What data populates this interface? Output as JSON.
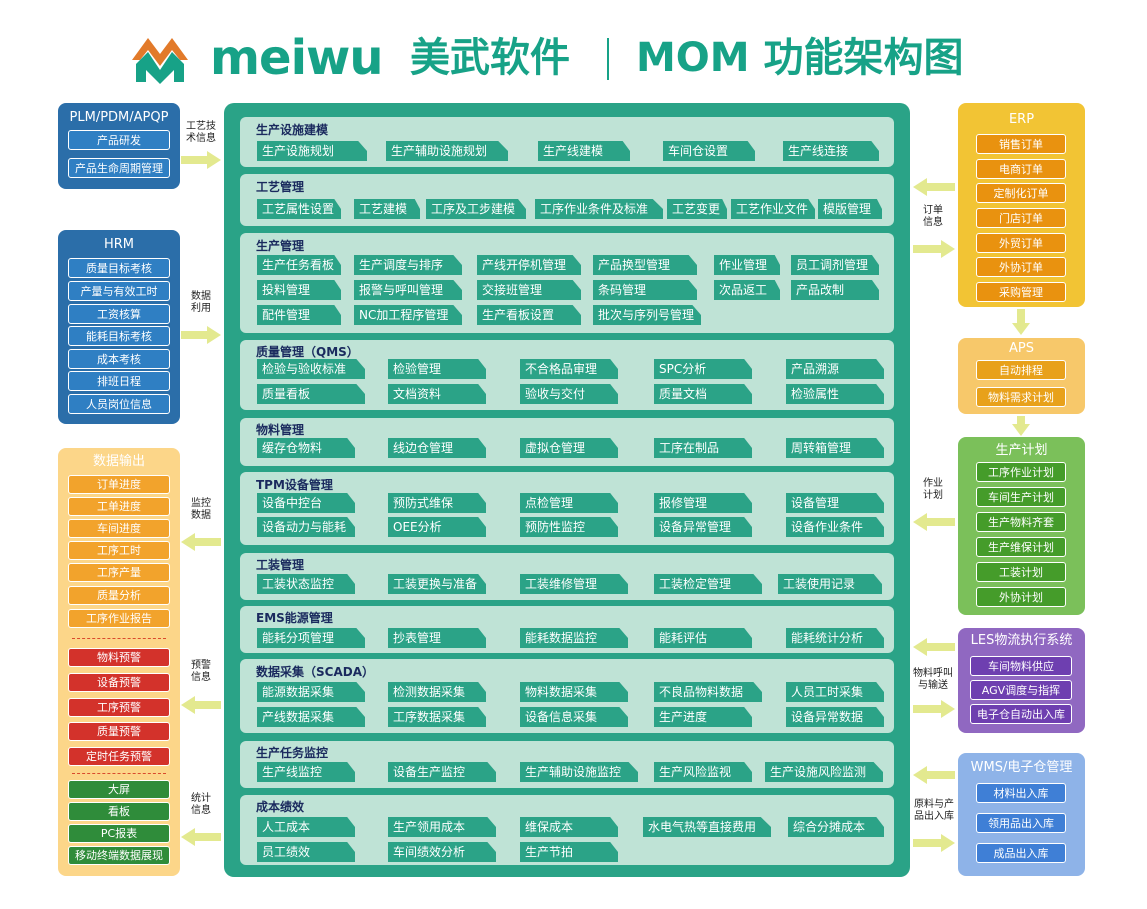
{
  "header": {
    "brand": "meiwu",
    "brand_cn": "美武软件",
    "title": "MOM 功能架构图"
  },
  "left": {
    "plm": {
      "title": "PLM/PDM/APQP",
      "items": [
        "产品研发",
        "产品生命周期管理"
      ]
    },
    "hrm": {
      "title": "HRM",
      "items": [
        "质量目标考核",
        "产量与有效工时",
        "工资核算",
        "能耗目标考核",
        "成本考核",
        "排班日程",
        "人员岗位信息"
      ]
    },
    "data_output": {
      "title": "数据输出",
      "progress_items": [
        "订单进度",
        "工单进度",
        "车间进度",
        "工序工时",
        "工序产量",
        "质量分析",
        "工序作业报告"
      ],
      "warning_items": [
        "物料预警",
        "设备预警",
        "工序预警",
        "质量预警",
        "定时任务预警"
      ],
      "display_items": [
        "大屏",
        "看板",
        "PC报表",
        "移动终端数据展现"
      ]
    }
  },
  "left_arrows": {
    "plm": "工艺技\n术信息",
    "hrm": "数据\n利用",
    "monitor": "监控\n数据",
    "warning": "预警\n信息",
    "stats": "统计\n信息"
  },
  "right": {
    "erp": {
      "title": "ERP",
      "items": [
        "销售订单",
        "电商订单",
        "定制化订单",
        "门店订单",
        "外贸订单",
        "外协订单",
        "采购管理"
      ]
    },
    "aps": {
      "title": "APS",
      "items": [
        "自动排程",
        "物料需求计划"
      ]
    },
    "plan": {
      "title": "生产计划",
      "items": [
        "工序作业计划",
        "车间生产计划",
        "生产物料齐套",
        "生产维保计划",
        "工装计划",
        "外协计划"
      ]
    },
    "les": {
      "title": "LES物流执行系统",
      "items": [
        "车间物料供应",
        "AGV调度与指挥",
        "电子仓自动出入库"
      ]
    },
    "wms": {
      "title": "WMS/电子仓管理",
      "items": [
        "材料出入库",
        "领用品出入库",
        "成品出入库"
      ]
    }
  },
  "right_arrows": {
    "order": "订单\n信息",
    "work": "作业\n计划",
    "material": "物料呼叫\n与输送",
    "stock": "原料与产\n品出入库"
  },
  "sections": [
    {
      "title": "生产设施建模",
      "rows": [
        [
          "生产设施规划",
          "生产辅助设施规划",
          "生产线建模",
          "车间仓设置",
          "生产线连接"
        ]
      ]
    },
    {
      "title": "工艺管理",
      "rows": [
        [
          "工艺属性设置",
          "工艺建模",
          "工序及工步建模",
          "工序作业条件及标准",
          "工艺变更",
          "工艺作业文件",
          "模版管理"
        ]
      ]
    },
    {
      "title": "生产管理",
      "rows": [
        [
          "生产任务看板",
          "生产调度与排序",
          "产线开停机管理",
          "产品换型管理",
          "作业管理",
          "员工调剂管理"
        ],
        [
          "投料管理",
          "报警与呼叫管理",
          "交接班管理",
          "条码管理",
          "次品返工",
          "产品改制"
        ],
        [
          "配件管理",
          "NC加工程序管理",
          "生产看板设置",
          "批次与序列号管理"
        ]
      ]
    },
    {
      "title": "质量管理（QMS）",
      "rows": [
        [
          "检验与验收标准",
          "检验管理",
          "不合格品审理",
          "SPC分析",
          "产品溯源"
        ],
        [
          "质量看板",
          "文档资料",
          "验收与交付",
          "质量文档",
          "检验属性"
        ]
      ]
    },
    {
      "title": "物料管理",
      "rows": [
        [
          "缓存仓物料",
          "线边仓管理",
          "虚拟仓管理",
          "工序在制品",
          "周转箱管理"
        ]
      ]
    },
    {
      "title": "TPM设备管理",
      "rows": [
        [
          "设备中控台",
          "预防式维保",
          "点检管理",
          "报修管理",
          "设备管理"
        ],
        [
          "设备动力与能耗",
          "OEE分析",
          "预防性监控",
          "设备异常管理",
          "设备作业条件"
        ]
      ]
    },
    {
      "title": "工装管理",
      "rows": [
        [
          "工装状态监控",
          "工装更换与准备",
          "工装维修管理",
          "工装检定管理",
          "工装使用记录"
        ]
      ]
    },
    {
      "title": "EMS能源管理",
      "rows": [
        [
          "能耗分项管理",
          "抄表管理",
          "能耗数据监控",
          "能耗评估",
          "能耗统计分析"
        ]
      ]
    },
    {
      "title": "数据采集（SCADA）",
      "rows": [
        [
          "能源数据采集",
          "检测数据采集",
          "物料数据采集",
          "不良品物料数据",
          "人员工时采集"
        ],
        [
          "产线数据采集",
          "工序数据采集",
          "设备信息采集",
          "生产进度",
          "设备异常数据"
        ]
      ]
    },
    {
      "title": "生产任务监控",
      "rows": [
        [
          "生产线监控",
          "设备生产监控",
          "生产辅助设施监控",
          "生产风险监视",
          "生产设施风险监测"
        ]
      ]
    },
    {
      "title": "成本绩效",
      "rows": [
        [
          "人工成本",
          "生产领用成本",
          "维保成本",
          "水电气热等直接费用",
          "综合分摊成本"
        ],
        [
          "员工绩效",
          "车间绩效分析",
          "生产节拍"
        ]
      ]
    }
  ],
  "colors": {
    "primary": "#2aa387",
    "section_bg": "#bfe3d6",
    "section_title": "#1a2a5e",
    "arrow": "#e3e98f"
  }
}
